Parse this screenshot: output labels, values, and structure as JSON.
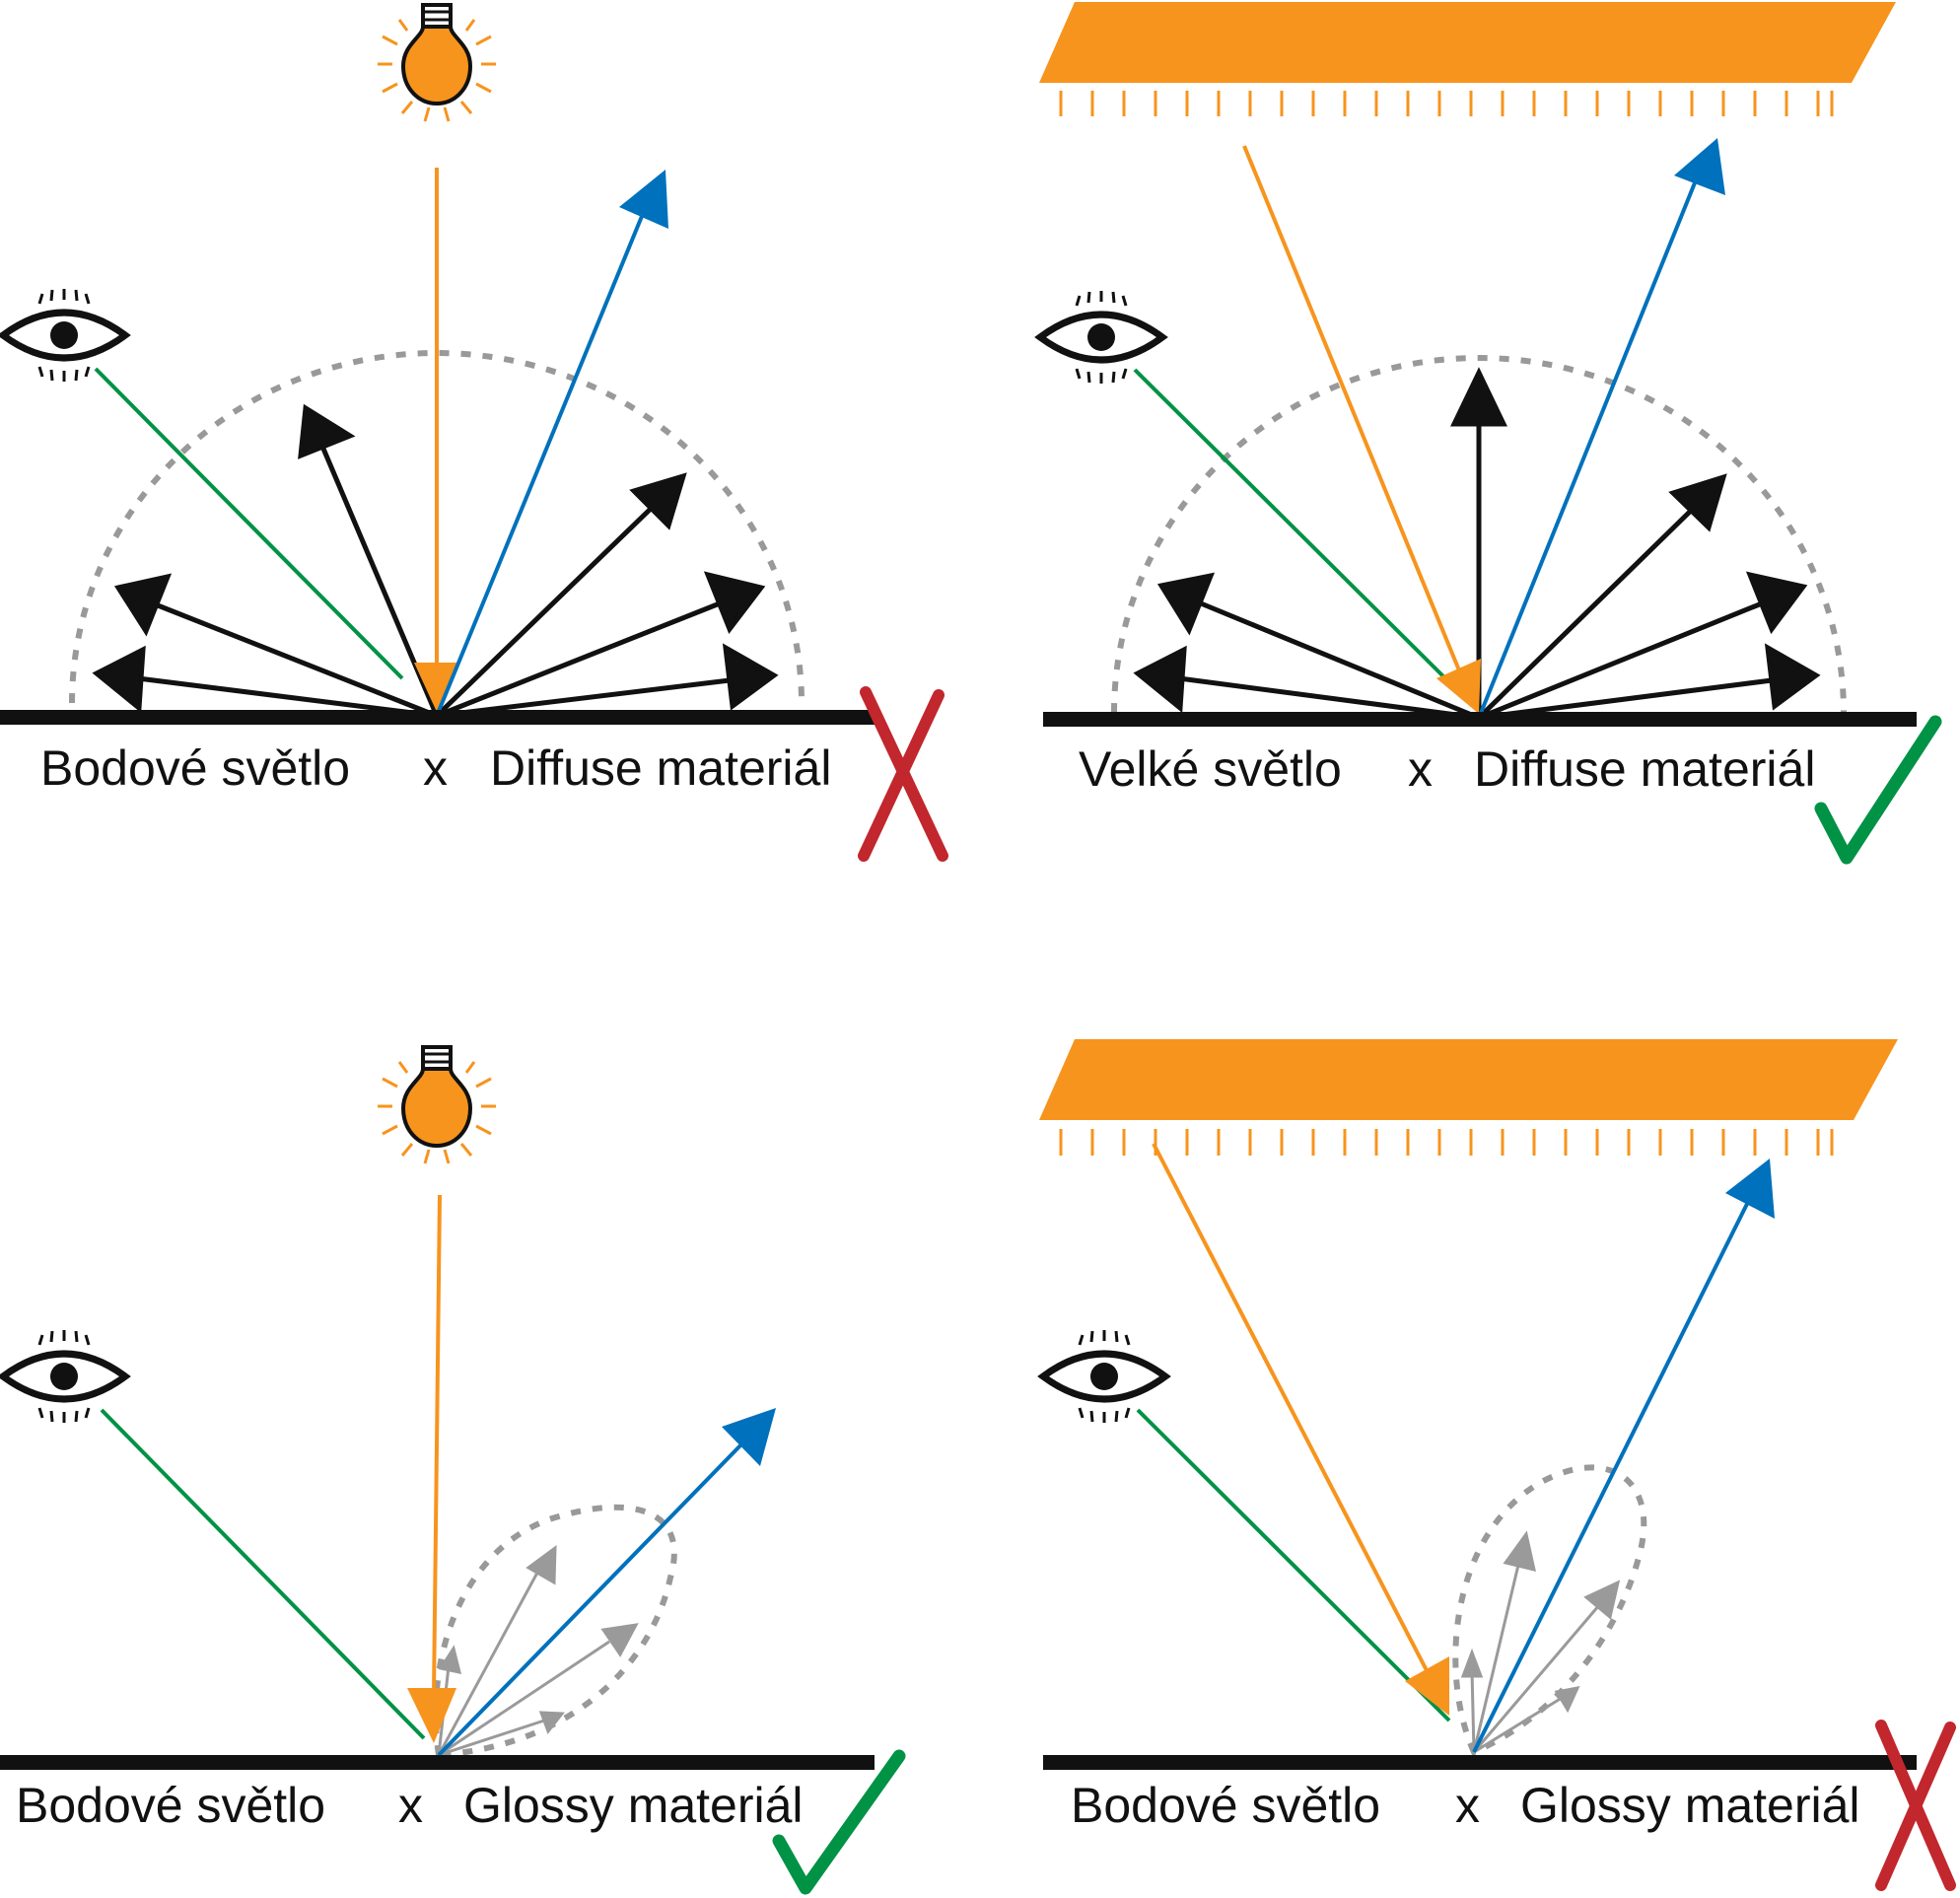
{
  "colors": {
    "light_orange": "#F7941D",
    "blue": "#0071BC",
    "green": "#009245",
    "black": "#111111",
    "gray": "#9A9A9A",
    "dashed_gray": "#999999",
    "cross_red": "#C1272D",
    "check_green": "#009245"
  },
  "panels": [
    {
      "id": "top-left",
      "light_type": "bulb",
      "material_type": "diffuse",
      "verdict": "cross",
      "caption": {
        "light": "Bodové světlo",
        "x": "x",
        "material": "Diffuse materiál"
      }
    },
    {
      "id": "top-right",
      "light_type": "area",
      "material_type": "diffuse",
      "verdict": "check",
      "caption": {
        "light": "Velké světlo",
        "x": "x",
        "material": "Diffuse materiál"
      }
    },
    {
      "id": "bottom-left",
      "light_type": "bulb",
      "material_type": "glossy",
      "verdict": "check",
      "caption": {
        "light": "Bodové světlo",
        "x": "x",
        "material": "Glossy materiál"
      }
    },
    {
      "id": "bottom-right",
      "light_type": "area",
      "material_type": "glossy",
      "verdict": "cross",
      "caption": {
        "light": "Bodové světlo",
        "x": "x",
        "material": "Glossy materiál"
      }
    }
  ]
}
